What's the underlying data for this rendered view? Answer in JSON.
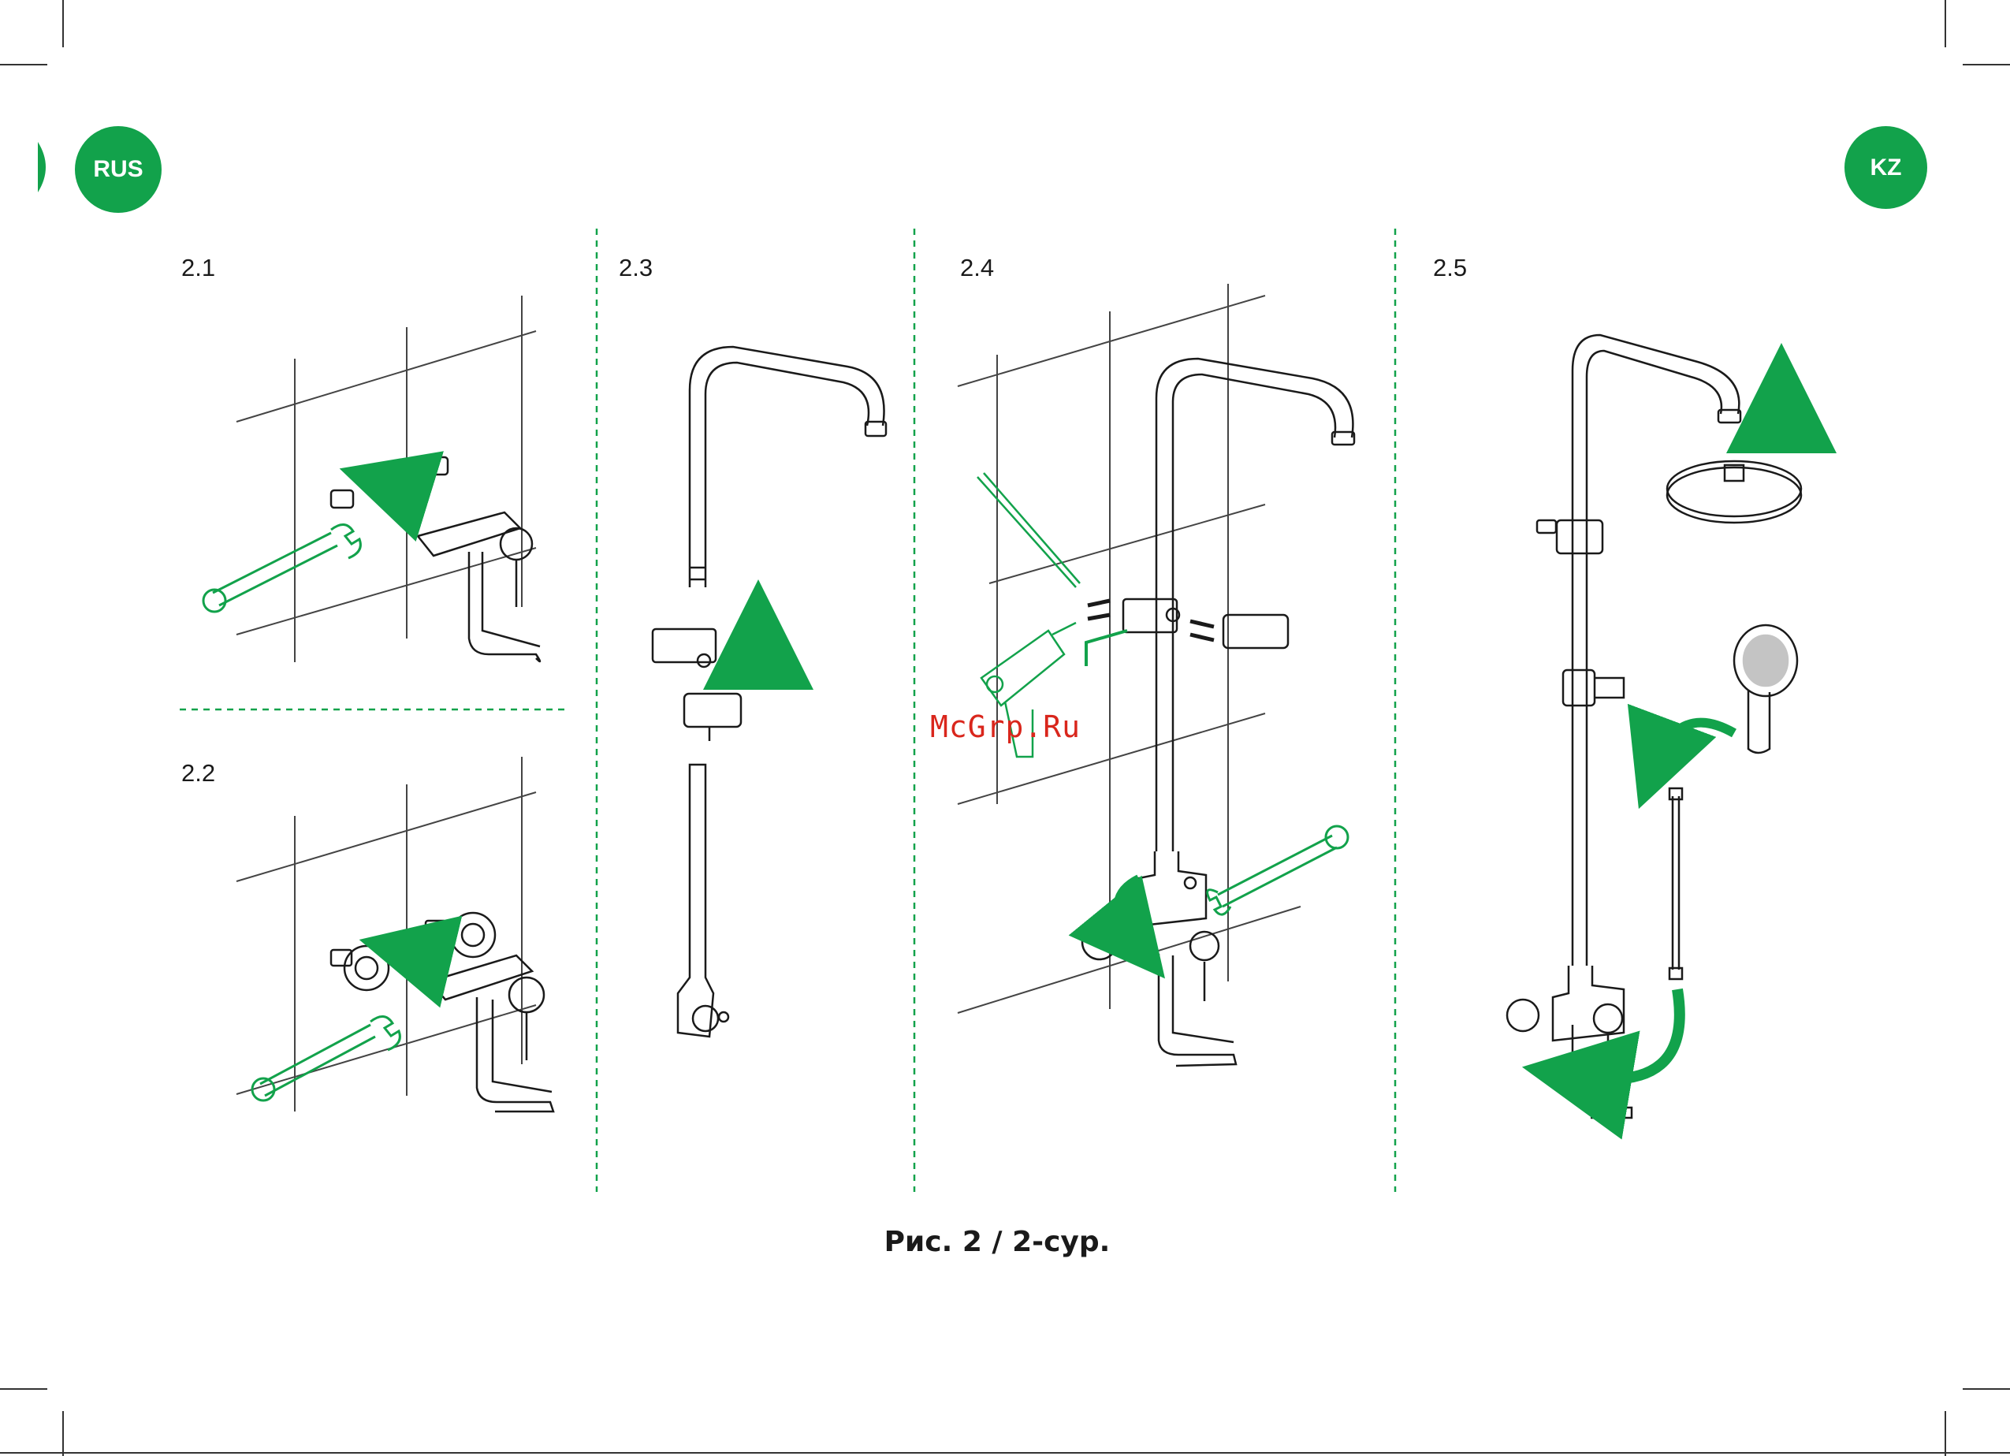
{
  "badges": {
    "left": "RUS",
    "right": "KZ"
  },
  "steps": [
    "2.1",
    "2.2",
    "2.3",
    "2.4",
    "2.5"
  ],
  "caption": "Рис. 2 / 2-сур.",
  "watermark": "McGrp.Ru",
  "colors": {
    "accent": "#12a24b",
    "line": "#1a1a1a",
    "guide": "#555555",
    "watermark": "#d9261c"
  },
  "icons": [
    "wrench-icon",
    "arrow-icon",
    "drill-icon",
    "pencil-icon",
    "hex-key-icon",
    "hand-shower-icon",
    "rain-shower-head-icon"
  ]
}
